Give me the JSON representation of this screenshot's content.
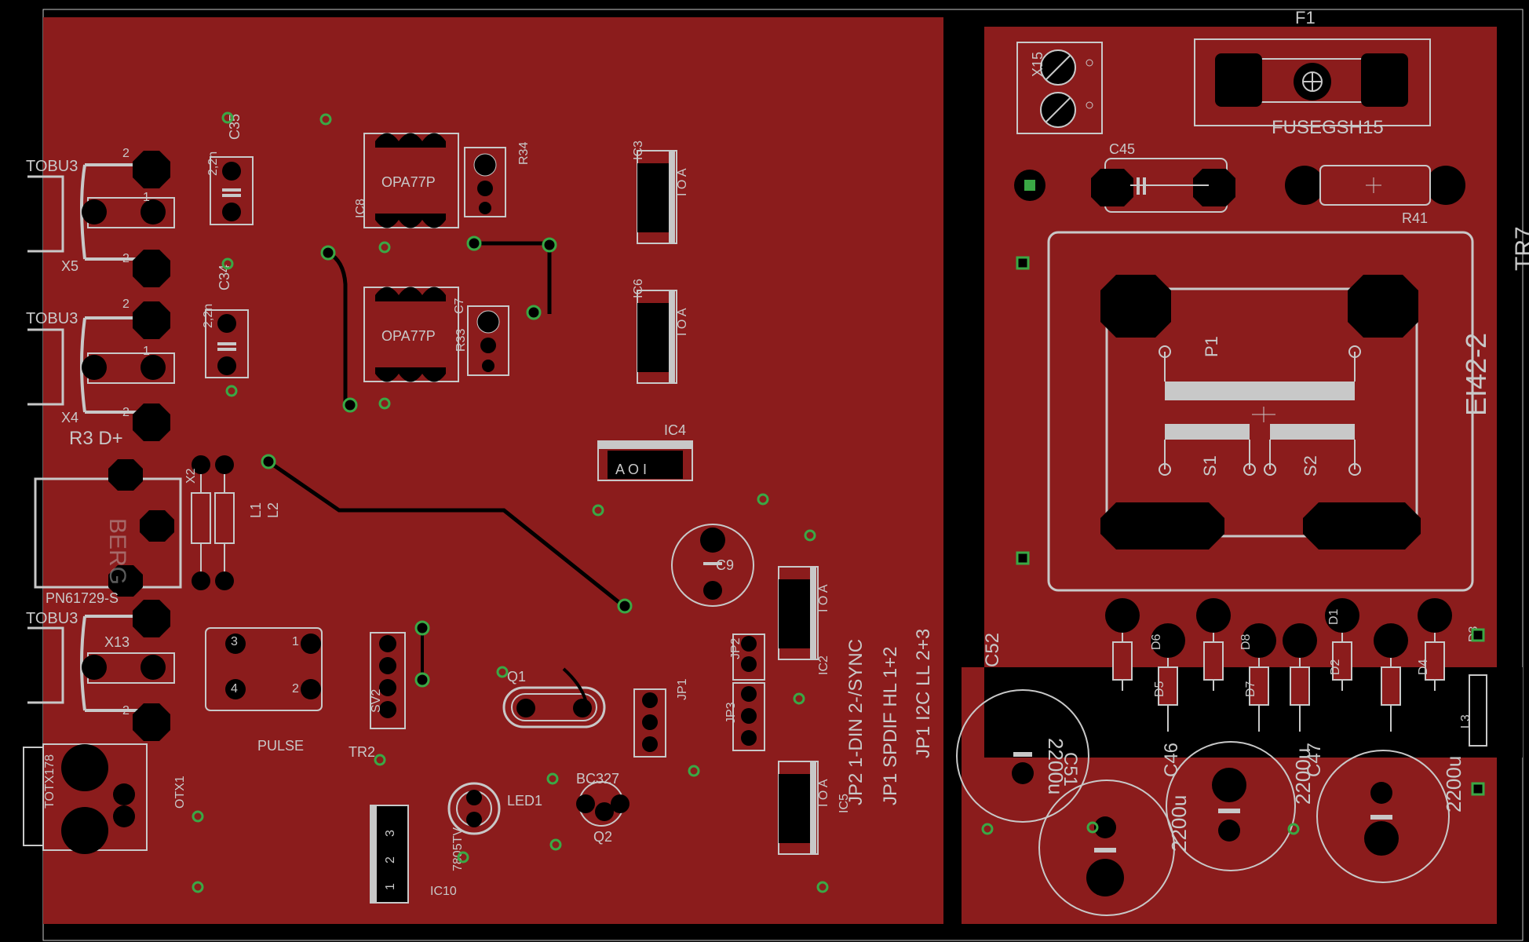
{
  "colors": {
    "background": "#000000",
    "copper": "#8b1c1c",
    "silk": "#c8c8c8",
    "via_ring": "#3aa845",
    "pad": "#000000"
  },
  "labels": {
    "f1": "F1",
    "x15": "X15",
    "fuse": "FUSEGSH15",
    "c45": "C45",
    "r41": "R41",
    "tr7": "TR7",
    "ei42": "EI42-2",
    "p1": "P1",
    "s1": "S1",
    "s2": "S2",
    "c35": "C35",
    "c34": "C34",
    "cap_2n2_a": "2,2n",
    "cap_2n2_b": "2,2n",
    "tobu_a": "TOBU3",
    "tobu_b": "TOBU3",
    "tobu_c": "TOBU3",
    "x5": "X5",
    "x4": "X4",
    "x13": "X13",
    "r3d": "R3 D+",
    "op_a": "OPA77P",
    "op_b": "OPA77P",
    "ic8": "IC8",
    "r34": "R34",
    "r33": "R33",
    "c7": "C7",
    "ic3": "IC3",
    "ic6": "IC6",
    "ic4": "IC4",
    "ic2": "IC2",
    "ic5": "IC5",
    "aoi_ic3": "I O A",
    "aoi_ic6": "I O A",
    "aoi_ic4": "A O I",
    "aoi_ic2": "I O A",
    "aoi_ic5": "I O A",
    "x2": "X2",
    "l1": "L1",
    "l2": "L2",
    "berg": "BERG",
    "pn": "PN61729-S",
    "c9": "C9",
    "jp2_note": "JP2  1-DIN  2-/SYNC",
    "jp1_note": "JP1  SPDIF HL 1+2",
    "jp1_note2": "JP1  I2C LL 2+3",
    "jp1": "JP1",
    "jp2": "JP2",
    "jp3": "JP3",
    "q1": "Q1",
    "q2": "Q2",
    "bc327": "BC327",
    "led1": "LED1",
    "pulse": "PULSE",
    "tr2": "TR2",
    "sv2": "SV2",
    "totx": "TOTX178",
    "otx1": "OTX1",
    "ic10": "IC10",
    "v7805": "7805TV",
    "c52": "C52",
    "c51": "C51",
    "c46": "C46",
    "c47": "C47",
    "cap2200a": "2200u",
    "cap2200b": "2200u",
    "cap2200c": "2200u",
    "cap2200d": "2200u",
    "d1": "D1",
    "d2": "D2",
    "d3": "D3",
    "d4": "D4",
    "d5": "D5",
    "d6": "D6",
    "d7": "D7",
    "d8": "D8",
    "l3": "L3",
    "pin1": "1",
    "pin2": "2",
    "pin3": "3",
    "pin4": "4"
  }
}
